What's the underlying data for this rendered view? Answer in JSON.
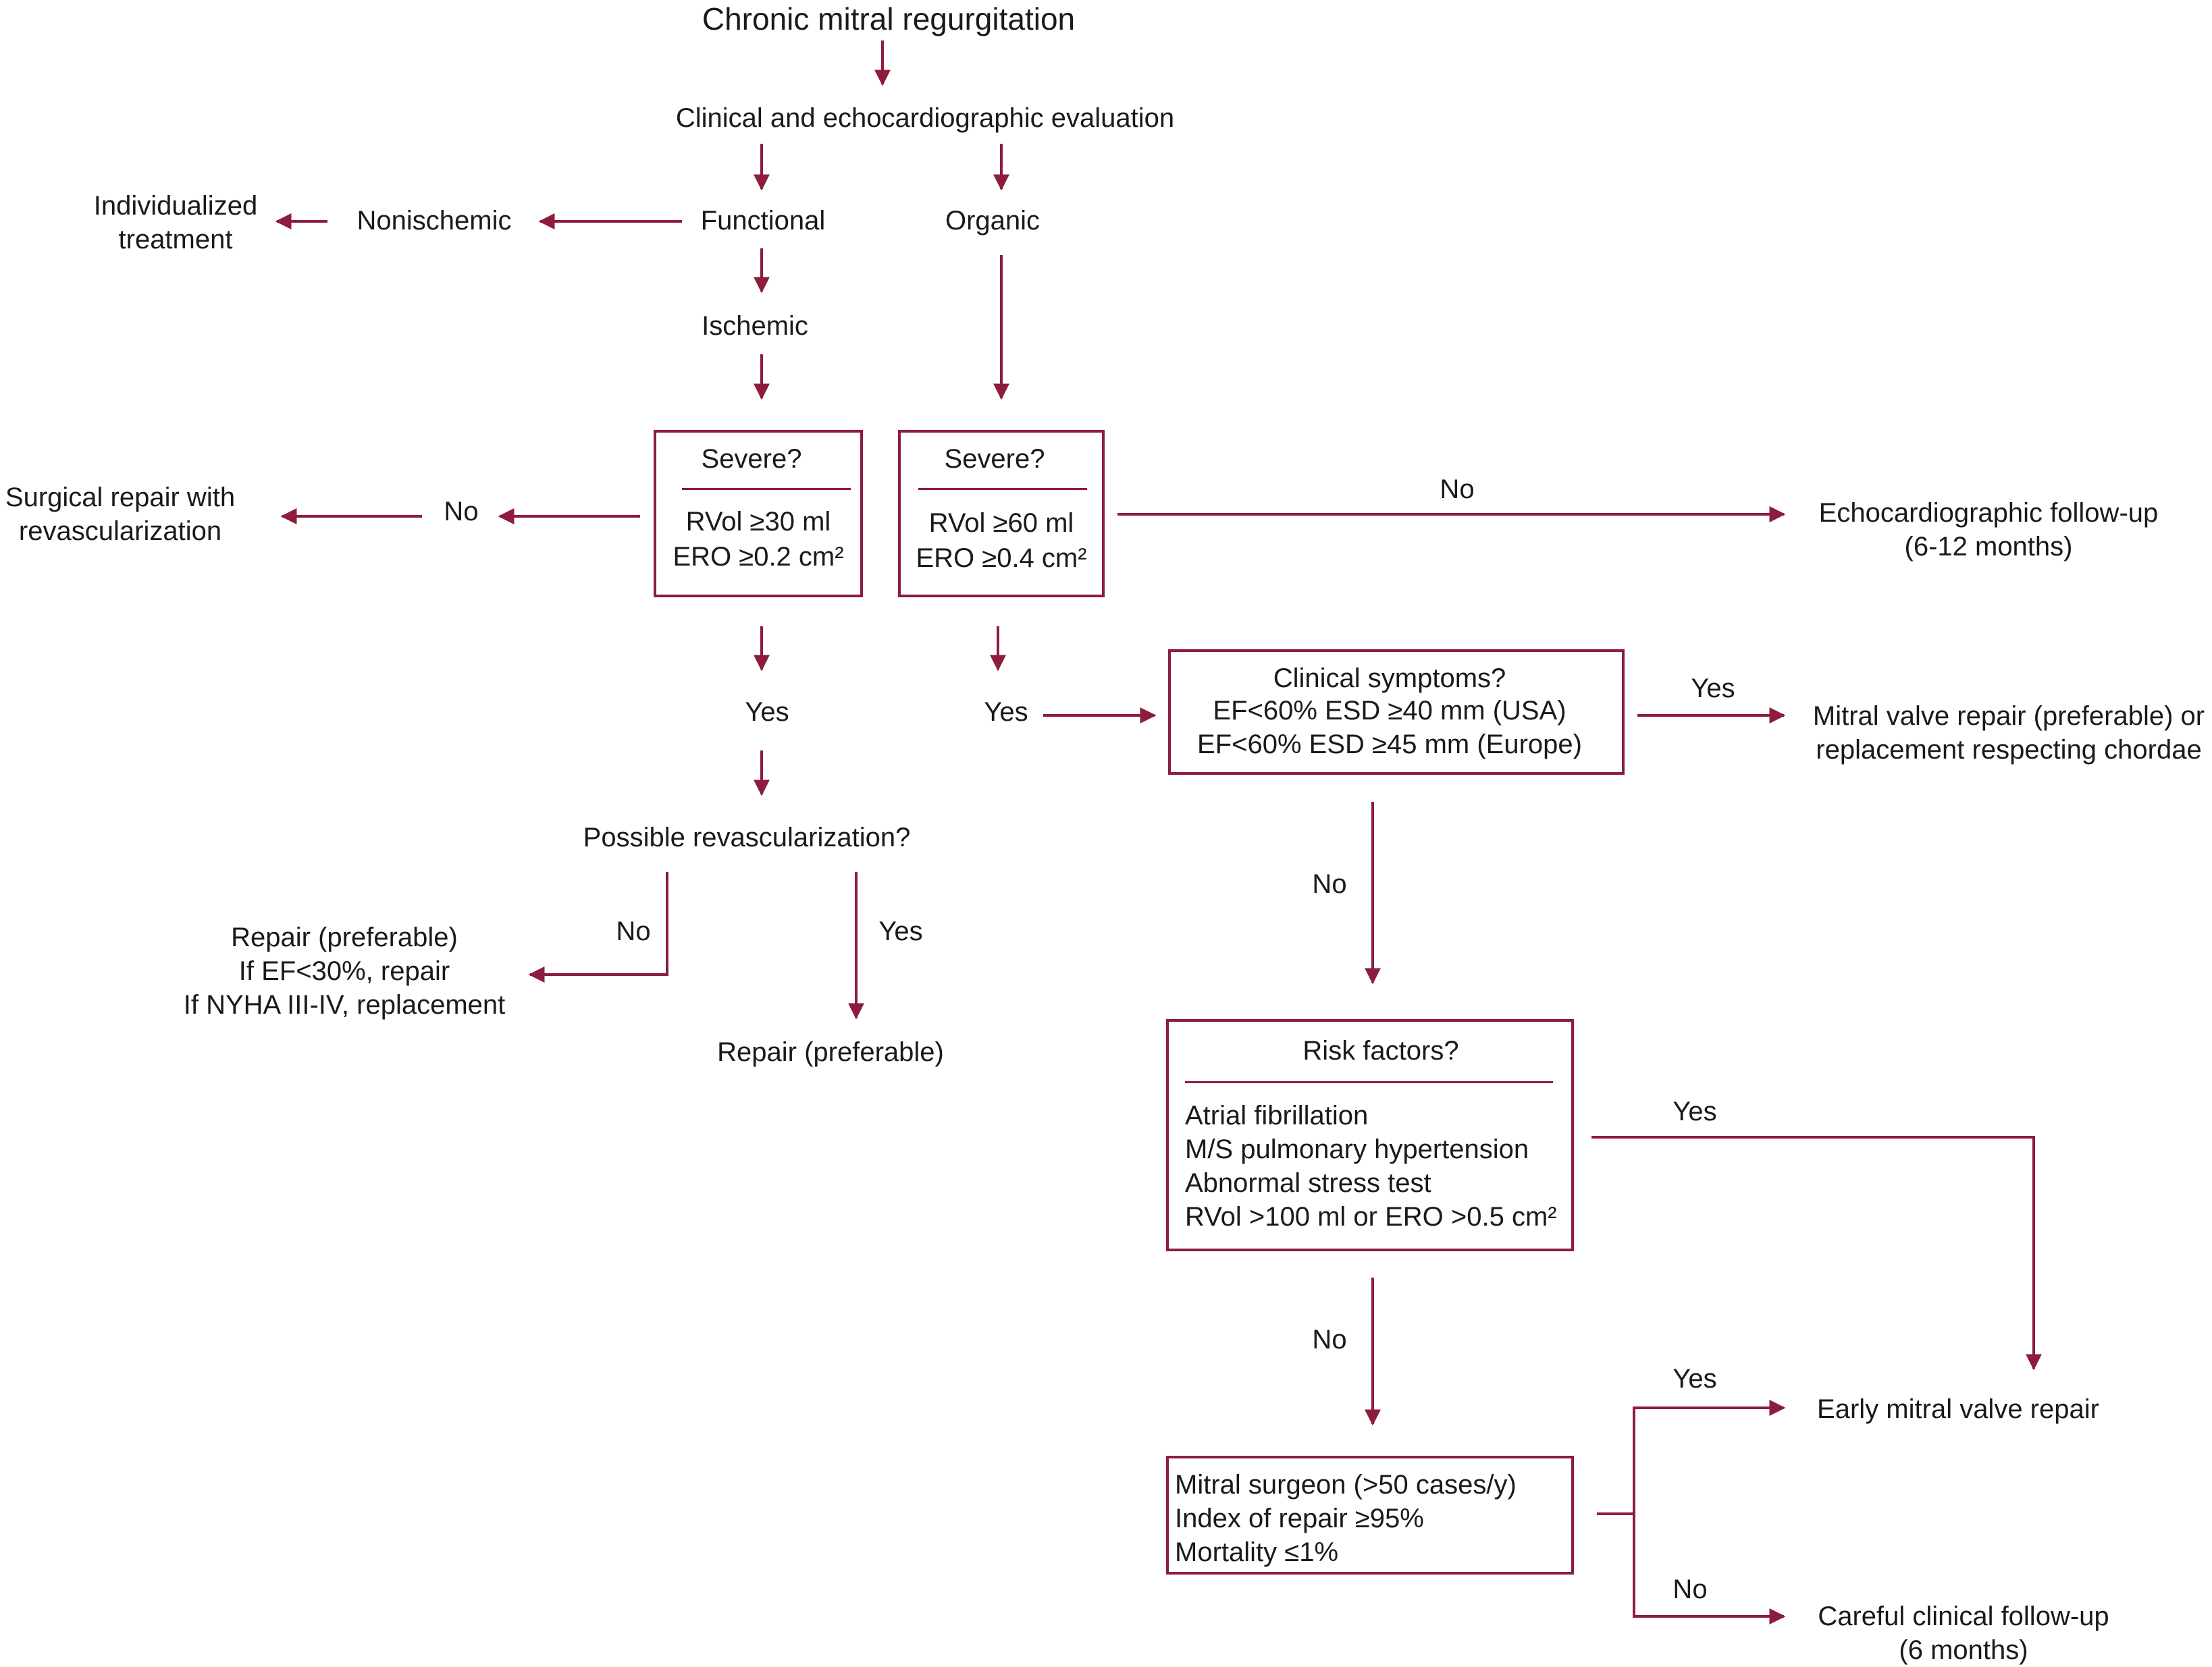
{
  "colors": {
    "accent": "#8c1d3c",
    "text": "#1a1a1a"
  },
  "title": "Chronic mitral regurgitation",
  "nodes": {
    "evaluation": "Clinical and echocardiographic evaluation",
    "functional": "Functional",
    "organic": "Organic",
    "nonischemic": "Nonischemic",
    "individualized": [
      "Individualized",
      "treatment"
    ],
    "ischemic": "Ischemic",
    "severe_functional": {
      "title": "Severe?",
      "lines": [
        "RVol ≥30 ml",
        "ERO ≥0.2 cm²"
      ]
    },
    "severe_organic": {
      "title": "Severe?",
      "lines": [
        "RVol ≥60 ml",
        "ERO ≥0.4 cm²"
      ]
    },
    "surgical_repair": [
      "Surgical repair with",
      "revascularization"
    ],
    "echo_followup": [
      "Echocardiographic follow-up",
      "(6-12 months)"
    ],
    "possible_revasc": "Possible revascularization?",
    "repair_conditions": [
      "Repair (preferable)",
      "If EF<30%, repair",
      "If NYHA III-IV, replacement"
    ],
    "repair_preferable": "Repair (preferable)",
    "clinical_symptoms": {
      "title": "Clinical symptoms?",
      "lines": [
        "EF<60% ESD ≥40 mm (USA)",
        "EF<60% ESD ≥45 mm (Europe)"
      ]
    },
    "mitral_repair_pref": [
      "Mitral valve repair (preferable) or",
      "replacement respecting chordae"
    ],
    "risk_factors": {
      "title": "Risk factors?",
      "lines": [
        "Atrial fibrillation",
        "M/S pulmonary hypertension",
        "Abnormal stress test",
        "RVol >100 ml or ERO >0.5 cm²"
      ]
    },
    "mitral_surgeon": {
      "lines": [
        "Mitral surgeon (>50 cases/y)",
        "Index of repair ≥95%",
        "Mortality ≤1%"
      ]
    },
    "early_repair": "Early mitral valve repair",
    "careful_followup": [
      "Careful clinical follow-up",
      "(6 months)"
    ]
  },
  "edge_labels": {
    "no_functional": "No",
    "no_organic": "No",
    "yes_functional": "Yes",
    "yes_organic": "Yes",
    "yes_symptoms": "Yes",
    "no_symptoms": "No",
    "no_revasc": "No",
    "yes_revasc": "Yes",
    "yes_risk": "Yes",
    "no_risk": "No",
    "yes_surgeon": "Yes",
    "no_surgeon": "No"
  }
}
